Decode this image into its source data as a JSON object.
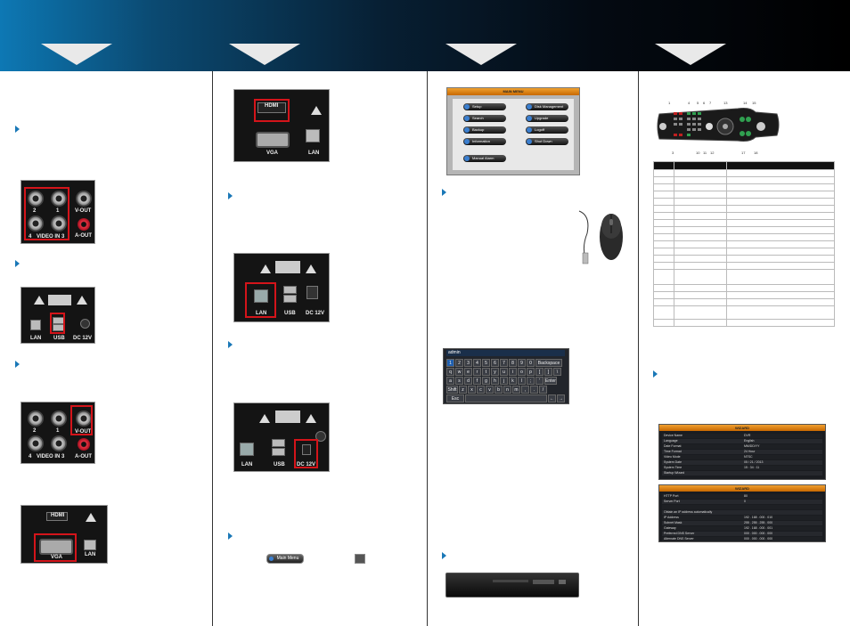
{
  "colors": {
    "accent": "#1a78b7",
    "highlight": "#d4141a",
    "banner_start": "#0d78b4",
    "banner_end": "#000000"
  },
  "panel_labels": {
    "rear_vin": [
      "2",
      "1",
      "4",
      "VIDEO IN",
      "3",
      "V-OUT",
      "A-OUT"
    ],
    "rear_usb": [
      "LAN",
      "USB",
      "DC 12V"
    ],
    "rear_vga": [
      "HDMI",
      "VGA",
      "LAN"
    ]
  },
  "main_menu": {
    "title": "MAIN MENU",
    "items": [
      "Setup",
      "Search",
      "Backup",
      "Information",
      "Manual Alarm",
      "Disk Management",
      "Upgrade",
      "Logoff",
      "Shut Down"
    ]
  },
  "keyboard": {
    "input_value": "admin",
    "rows": [
      [
        "1",
        "2",
        "3",
        "4",
        "5",
        "6",
        "7",
        "8",
        "9",
        "0",
        "Backspace"
      ],
      [
        "q",
        "w",
        "e",
        "r",
        "t",
        "y",
        "u",
        "i",
        "o",
        "p",
        "[",
        "]",
        "\\"
      ],
      [
        "a",
        "s",
        "d",
        "f",
        "g",
        "h",
        "j",
        "k",
        "l",
        ";",
        "'",
        "Enter"
      ],
      [
        "Shift",
        "z",
        "x",
        "c",
        "v",
        "b",
        "n",
        "m",
        ",",
        ".",
        "/"
      ],
      [
        "Esc",
        "←",
        "→"
      ]
    ]
  },
  "main_menu_button": {
    "label": "Main Menu"
  },
  "remote": {
    "callouts_top": [
      "1",
      "4",
      "5",
      "6",
      "7",
      "13",
      "14",
      "15"
    ],
    "callouts_bottom": [
      "3",
      "10",
      "11",
      "12",
      "17",
      "18"
    ]
  },
  "wizard1": {
    "title": "WIZARD",
    "fields": [
      {
        "label": "Device Name",
        "value": "DVR"
      },
      {
        "label": "Language",
        "value": "English"
      },
      {
        "label": "Date Format",
        "value": "MM/DD/YY"
      },
      {
        "label": "Time Format",
        "value": "24 Hour"
      },
      {
        "label": "Video Mode",
        "value": "NTSC"
      },
      {
        "label": "System Date",
        "value": "05 / 21 / 2013"
      },
      {
        "label": "System Time",
        "value": "15 : 34 : 11"
      },
      {
        "label": "Startup Wizard",
        "value": ""
      }
    ]
  },
  "wizard2": {
    "title": "WIZARD",
    "fields": [
      {
        "label": "HTTP Port",
        "value": "80"
      },
      {
        "label": "Server Port",
        "value": "0"
      },
      {
        "label": "",
        "value": ""
      },
      {
        "label": "Obtain an IP address automatically",
        "value": ""
      },
      {
        "label": "IP Address",
        "value": "192 . 168 . 000 . 010"
      },
      {
        "label": "Subnet Mask",
        "value": "255 . 255 . 255 . 000"
      },
      {
        "label": "Gateway",
        "value": "192 . 168 . 000 . 001"
      },
      {
        "label": "Preferred DNS Server",
        "value": "000 . 000 . 000 . 000"
      },
      {
        "label": "Alternate DNS Server",
        "value": "000 . 000 . 000 . 000"
      }
    ]
  }
}
